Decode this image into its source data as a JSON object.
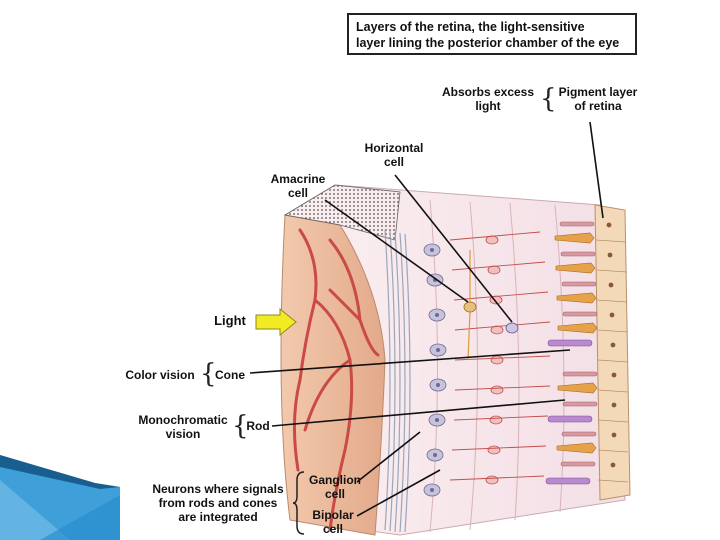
{
  "title": "Layers of the retina, the light-sensitive\nlayer lining the posterior chamber of the eye",
  "labels": {
    "absorbs": "Absorbs excess\nlight",
    "pigment_layer": "Pigment layer\nof retina",
    "horizontal_cell": "Horizontal\ncell",
    "amacrine_cell": "Amacrine\ncell",
    "light": "Light",
    "color_vision": "Color vision",
    "cone": "Cone",
    "monochromatic_vision": "Monochromatic\nvision",
    "rod": "Rod",
    "neurons": "Neurons where signals\nfrom rods and cones\nare integrated",
    "ganglion_cell": "Ganglion\ncell",
    "bipolar_cell": "Bipolar\ncell"
  },
  "colors": {
    "choroid": "#e9b898",
    "vessel": "#c94a46",
    "cone_cell": "#e6a24a",
    "rod_cell": "#d89aa0",
    "nerve_fiber": "#b9c3d6",
    "arrow": "#f2ea22",
    "accent_blue": "#2a8fd0"
  }
}
